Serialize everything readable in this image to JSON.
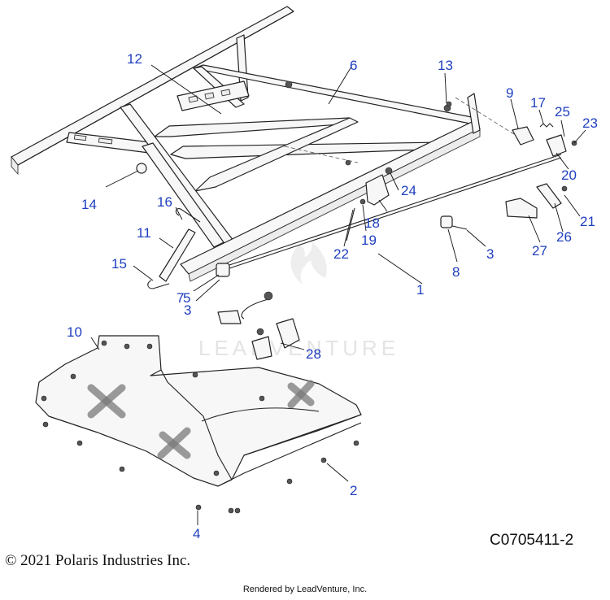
{
  "callouts": {
    "c1": "1",
    "c2": "2",
    "c3a": "3",
    "c3b": "3",
    "c4": "4",
    "c5": "5",
    "c6": "6",
    "c7": "7",
    "c8": "8",
    "c9": "9",
    "c10": "10",
    "c11": "11",
    "c12": "12",
    "c13": "13",
    "c14": "14",
    "c15": "15",
    "c16": "16",
    "c17": "17",
    "c18": "18",
    "c19": "19",
    "c20": "20",
    "c21": "21",
    "c22": "22",
    "c23": "23",
    "c24": "24",
    "c25": "25",
    "c26": "26",
    "c27": "27",
    "c28": "28"
  },
  "watermark": "LEADVENTURE",
  "footer": {
    "copyright": "© 2021 Polaris Industries Inc.",
    "diagram_code": "C0705411-2",
    "rendered_by": "Rendered by LeadVenture, Inc."
  },
  "colors": {
    "callout": "#1f3fbf",
    "line": "#222222",
    "part_fill": "#f7f7f7",
    "watermark": "#e4e4e4"
  }
}
